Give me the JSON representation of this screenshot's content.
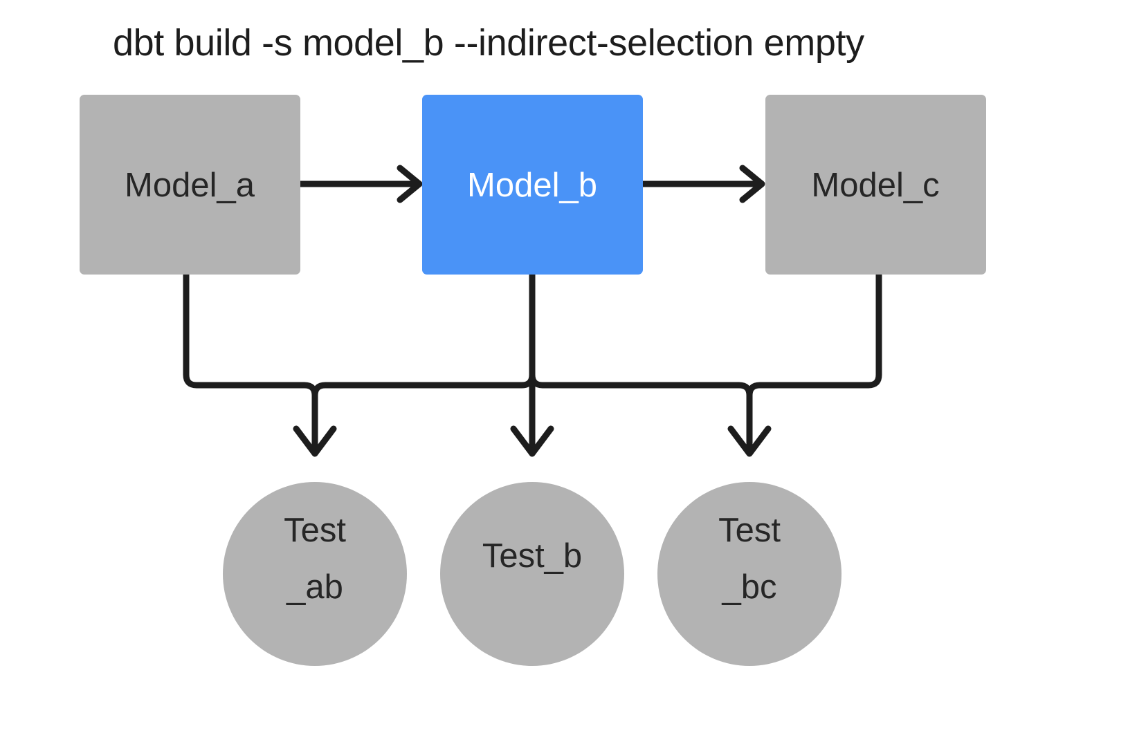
{
  "diagram": {
    "title": "dbt build -s model_b --indirect-selection empty",
    "background_color": "#ffffff",
    "colors": {
      "node_gray": "#b3b3b3",
      "node_selected_blue": "#4a93f7",
      "edge_black": "#1d1d1d",
      "label_dark": "#262626",
      "label_light": "#ffffff"
    },
    "models": [
      {
        "id": "model_a",
        "label": "Model_a",
        "shape": "rounded-rect",
        "state": "unselected",
        "fill": "#b3b3b3",
        "text_color": "#262626"
      },
      {
        "id": "model_b",
        "label": "Model_b",
        "shape": "rounded-rect",
        "state": "selected",
        "fill": "#4a93f7",
        "text_color": "#ffffff"
      },
      {
        "id": "model_c",
        "label": "Model_c",
        "shape": "rounded-rect",
        "state": "unselected",
        "fill": "#b3b3b3",
        "text_color": "#262626"
      }
    ],
    "tests": [
      {
        "id": "test_ab",
        "label": "Test_ab",
        "line1": "Test",
        "line2": "_ab",
        "shape": "circle",
        "state": "unselected",
        "fill": "#b3b3b3",
        "text_color": "#262626"
      },
      {
        "id": "test_b",
        "label": "Test_b",
        "line1": "Test_b",
        "line2": "",
        "shape": "circle",
        "state": "unselected",
        "fill": "#b3b3b3",
        "text_color": "#262626"
      },
      {
        "id": "test_bc",
        "label": "Test_bc",
        "line1": "Test",
        "line2": "_bc",
        "shape": "circle",
        "state": "unselected",
        "fill": "#b3b3b3",
        "text_color": "#262626"
      }
    ],
    "edges": [
      {
        "from": "model_a",
        "to": "model_b",
        "kind": "horizontal-arrow"
      },
      {
        "from": "model_b",
        "to": "model_c",
        "kind": "horizontal-arrow"
      },
      {
        "from": "model_a",
        "to": "test_ab",
        "kind": "elbow-arrow"
      },
      {
        "from": "model_b",
        "to": "test_ab",
        "kind": "elbow-arrow"
      },
      {
        "from": "model_b",
        "to": "test_b",
        "kind": "straight-arrow"
      },
      {
        "from": "model_b",
        "to": "test_bc",
        "kind": "elbow-arrow"
      },
      {
        "from": "model_c",
        "to": "test_bc",
        "kind": "elbow-arrow"
      }
    ]
  }
}
